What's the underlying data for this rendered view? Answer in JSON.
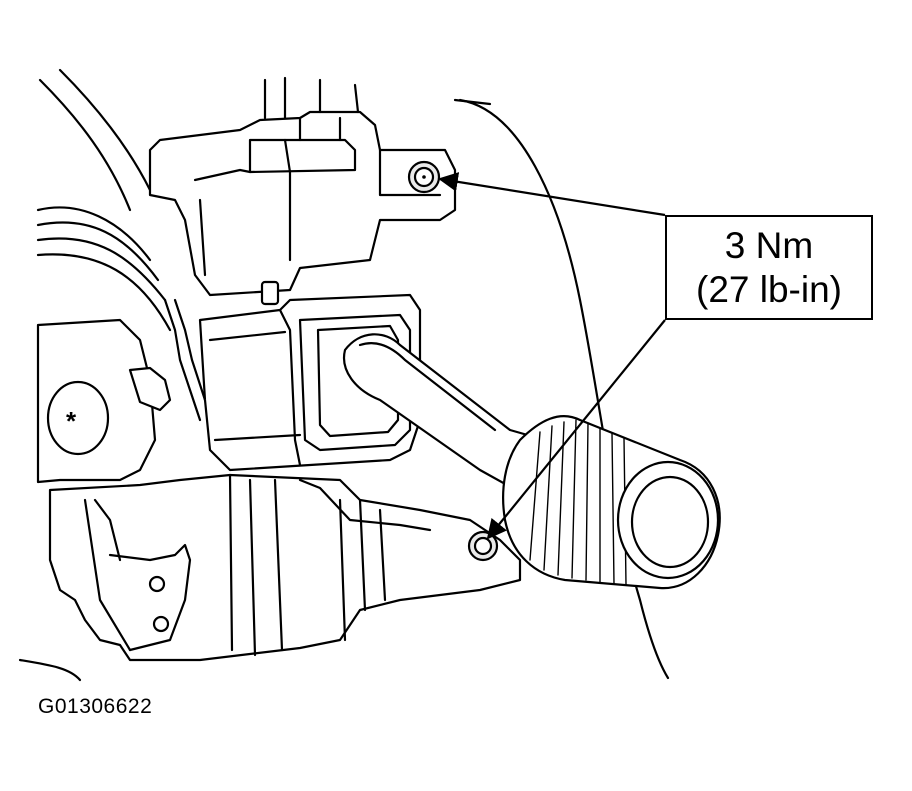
{
  "callout": {
    "torque_nm": "3 Nm",
    "torque_lbin": "(27 lb-in)"
  },
  "marker": {
    "symbol": "*"
  },
  "figure": {
    "id": "G01306622"
  }
}
